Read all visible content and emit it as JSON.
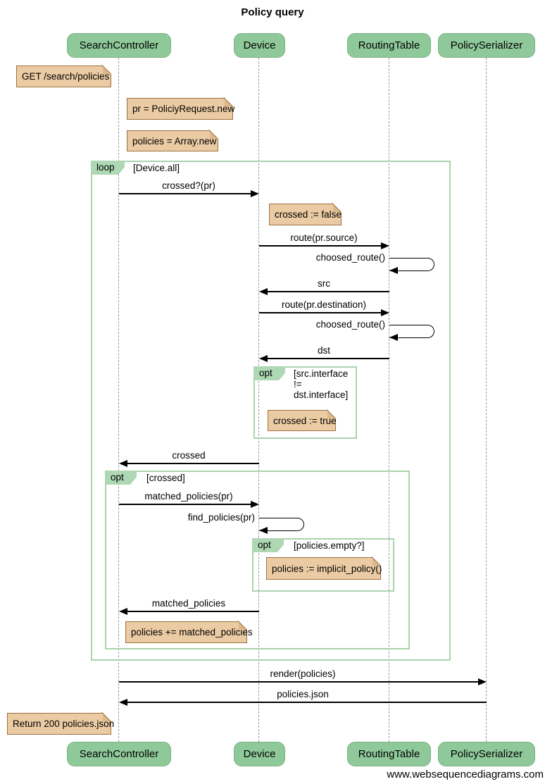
{
  "title": "Policy query",
  "footer": "www.websequencediagrams.com",
  "participants": [
    {
      "name": "SearchController"
    },
    {
      "name": "Device"
    },
    {
      "name": "RoutingTable"
    },
    {
      "name": "PolicySerializer"
    }
  ],
  "frames": [
    {
      "label": "loop",
      "condition": "[Device.all]"
    },
    {
      "label": "opt",
      "condition": "[src.interface != dst.interface]"
    },
    {
      "label": "opt",
      "condition": "[crossed]"
    },
    {
      "label": "opt",
      "condition": "[policies.empty?]"
    }
  ],
  "notes": [
    {
      "text": "GET /search/policies"
    },
    {
      "text": "pr = PoliciyRequest.new"
    },
    {
      "text": "policies = Array.new"
    },
    {
      "text": "crossed := false"
    },
    {
      "text": "crossed := true"
    },
    {
      "text": "policies := implicit_policy()"
    },
    {
      "text": "policies += matched_policies"
    },
    {
      "text": "Return 200 policies.json"
    }
  ],
  "messages": [
    {
      "label": "crossed?(pr)",
      "from": "SearchController",
      "to": "Device"
    },
    {
      "label": "route(pr.source)",
      "from": "Device",
      "to": "RoutingTable"
    },
    {
      "label": "choosed_route()",
      "from": "RoutingTable",
      "to": "RoutingTable"
    },
    {
      "label": "src",
      "from": "RoutingTable",
      "to": "Device"
    },
    {
      "label": "route(pr.destination)",
      "from": "Device",
      "to": "RoutingTable"
    },
    {
      "label": "choosed_route()",
      "from": "RoutingTable",
      "to": "RoutingTable"
    },
    {
      "label": "dst",
      "from": "RoutingTable",
      "to": "Device"
    },
    {
      "label": "crossed",
      "from": "Device",
      "to": "SearchController"
    },
    {
      "label": "matched_policies(pr)",
      "from": "SearchController",
      "to": "Device"
    },
    {
      "label": "find_policies(pr)",
      "from": "Device",
      "to": "Device"
    },
    {
      "label": "matched_policies",
      "from": "Device",
      "to": "SearchController"
    },
    {
      "label": "render(policies)",
      "from": "SearchController",
      "to": "PolicySerializer"
    },
    {
      "label": "policies.json",
      "from": "PolicySerializer",
      "to": "SearchController"
    }
  ],
  "colors": {
    "participant_fill": "#8FC99A",
    "participant_border": "#7AB385",
    "frame_border": "#A9D4AD",
    "frame_tab_fill": "#AED7B4",
    "note_fill": "#EBCBA3",
    "note_border": "#9B7340",
    "lifeline": "#999999",
    "arrow": "#000000"
  }
}
